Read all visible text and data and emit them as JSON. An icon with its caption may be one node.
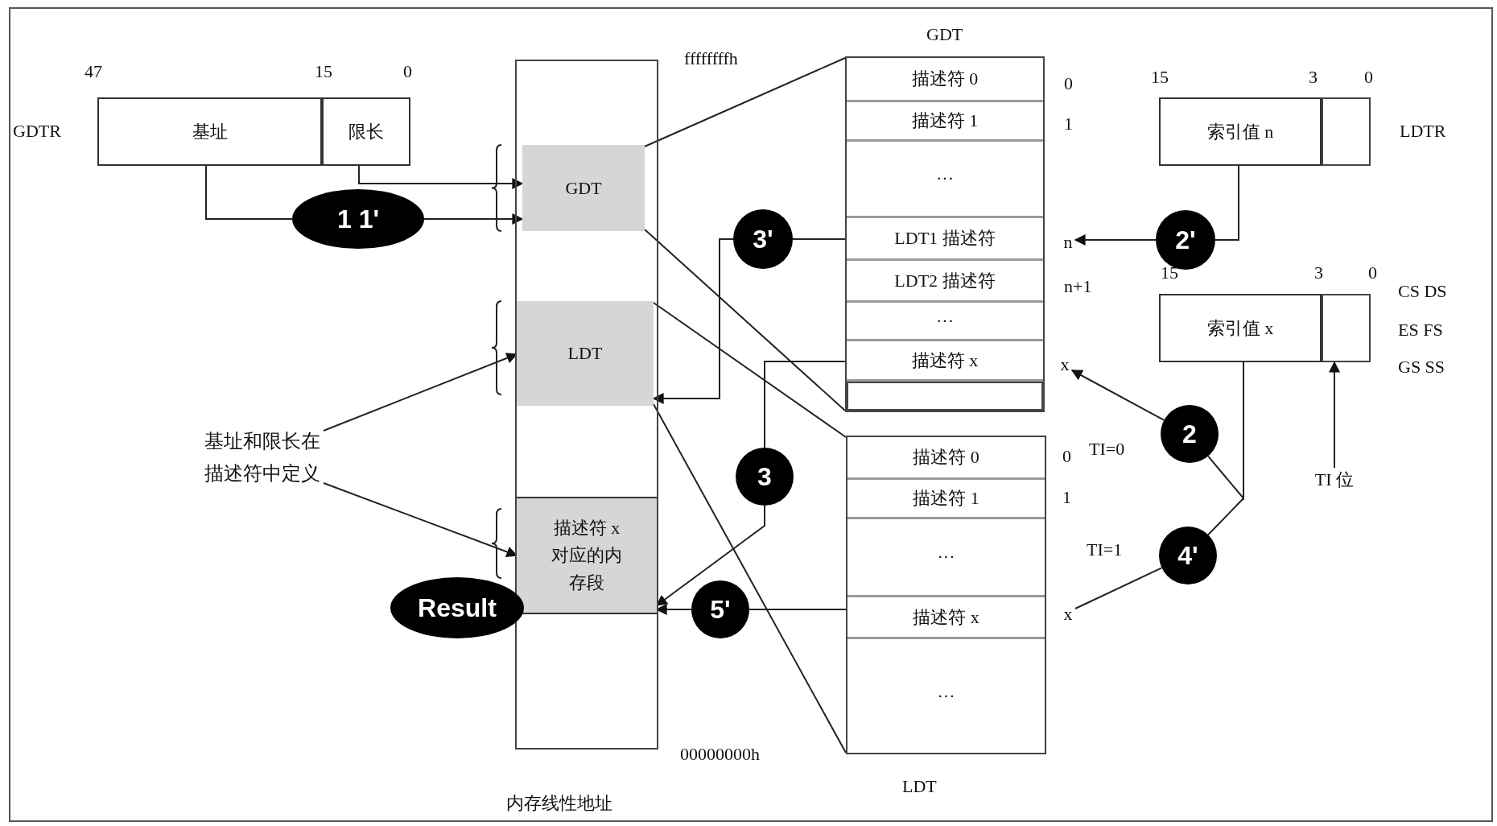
{
  "diagram": {
    "nodes": [
      {
        "text": [
          "基址"
        ]
      },
      {
        "text": [
          "限长"
        ]
      },
      {
        "text": [
          "1 1'"
        ]
      },
      {
        "text": [],
        "shape": "box"
      },
      {
        "text": [
          "GDT"
        ],
        "in": 3
      },
      {
        "text": [
          "LDT"
        ],
        "in": 3
      },
      {
        "text": [
          "描述符 x对应的内存段"
        ],
        "in": 3
      },
      {
        "text": [
          "Result"
        ]
      },
      {
        "text": [],
        "shape": "box"
      },
      {
        "text": [
          "描述符 0"
        ],
        "in": 8
      },
      {
        "text": [
          "描述符 1"
        ],
        "in": 8
      },
      {
        "text": [
          "···"
        ],
        "in": 8
      },
      {
        "text": [
          "LDT1 描述符"
        ],
        "in": 8
      },
      {
        "text": [
          "LDT2 描述符"
        ],
        "in": 8
      },
      {
        "text": [
          "···"
        ],
        "in": 8
      },
      {
        "text": [
          "描述符 x"
        ],
        "in": 8
      },
      {
        "text": [],
        "shape": "box",
        "in": 8
      },
      {
        "text": [],
        "shape": "box"
      },
      {
        "text": [
          "描述符 0"
        ],
        "in": 17
      },
      {
        "text": [
          "描述符 1"
        ],
        "in": 17
      },
      {
        "text": [
          "···"
        ],
        "in": 17
      },
      {
        "text": [
          "描述符 x"
        ],
        "in": 17
      },
      {
        "text": [
          "···"
        ],
        "in": 17
      },
      {
        "text": [
          "索引值 n"
        ]
      },
      {
        "text": [],
        "shape": "box"
      },
      {
        "text": [
          "索引值 x"
        ]
      },
      {
        "text": [],
        "shape": "box"
      },
      {
        "text": [
          "2'"
        ]
      },
      {
        "text": [
          "3'"
        ]
      },
      {
        "text": [
          "2"
        ]
      },
      {
        "text": [
          "3"
        ]
      },
      {
        "text": [
          "4'"
        ]
      },
      {
        "text": [
          "5'"
        ]
      },
      {
        "text": [
          "基址和限长在描述符中定义"
        ]
      },
      {
        "text": [
          "TI 位"
        ]
      },
      {
        "text": [
          "n"
        ]
      },
      {
        "text": [
          "x"
        ]
      },
      {
        "text": [
          "x"
        ]
      }
    ],
    "edges": [
      {
        "from": 0,
        "to": 2,
        "arrow": "none"
      },
      {
        "from": 2,
        "to": 4,
        "arrow": "to"
      },
      {
        "from": 1,
        "to": 4,
        "arrow": "to"
      },
      {
        "from": 23,
        "to": 27,
        "arrow": "none"
      },
      {
        "from": 27,
        "to": 35,
        "arrow": "to"
      },
      {
        "from": 12,
        "to": 28,
        "arrow": "none"
      },
      {
        "from": 28,
        "to": 5,
        "arrow": "to"
      },
      {
        "from": 25,
        "to": 29,
        "arrow": "none"
      },
      {
        "from": 29,
        "to": 36,
        "arrow": "to"
      },
      {
        "from": 25,
        "to": 31,
        "arrow": "none"
      },
      {
        "from": 31,
        "to": 37,
        "arrow": "none"
      },
      {
        "from": 15,
        "to": 30,
        "arrow": "none"
      },
      {
        "from": 30,
        "to": 6,
        "arrow": "to"
      },
      {
        "from": 21,
        "to": 32,
        "arrow": "none"
      },
      {
        "from": 32,
        "to": 6,
        "arrow": "to"
      },
      {
        "from": 34,
        "to": 26,
        "arrow": "to"
      },
      {
        "from": 33,
        "to": 5,
        "arrow": "to"
      },
      {
        "from": 33,
        "to": 6,
        "arrow": "to"
      },
      {
        "from": 4,
        "to": 8,
        "arrow": "none"
      },
      {
        "from": 4,
        "to": 8,
        "arrow": "none"
      },
      {
        "from": 5,
        "to": 17,
        "arrow": "none"
      },
      {
        "from": 5,
        "to": 17,
        "arrow": "none"
      }
    ],
    "labels": [
      "47",
      "15",
      "0",
      "GDTR",
      "GDT",
      "ffffffffh",
      "0",
      "1",
      "15",
      "3",
      "0",
      "LDTR",
      "n+1",
      "15",
      "3",
      "0",
      "CS DS",
      "ES FS",
      "GS SS",
      "TI=0",
      "0",
      "1",
      "TI=1",
      "00000000h",
      "LDT",
      "内存线性地址"
    ]
  }
}
